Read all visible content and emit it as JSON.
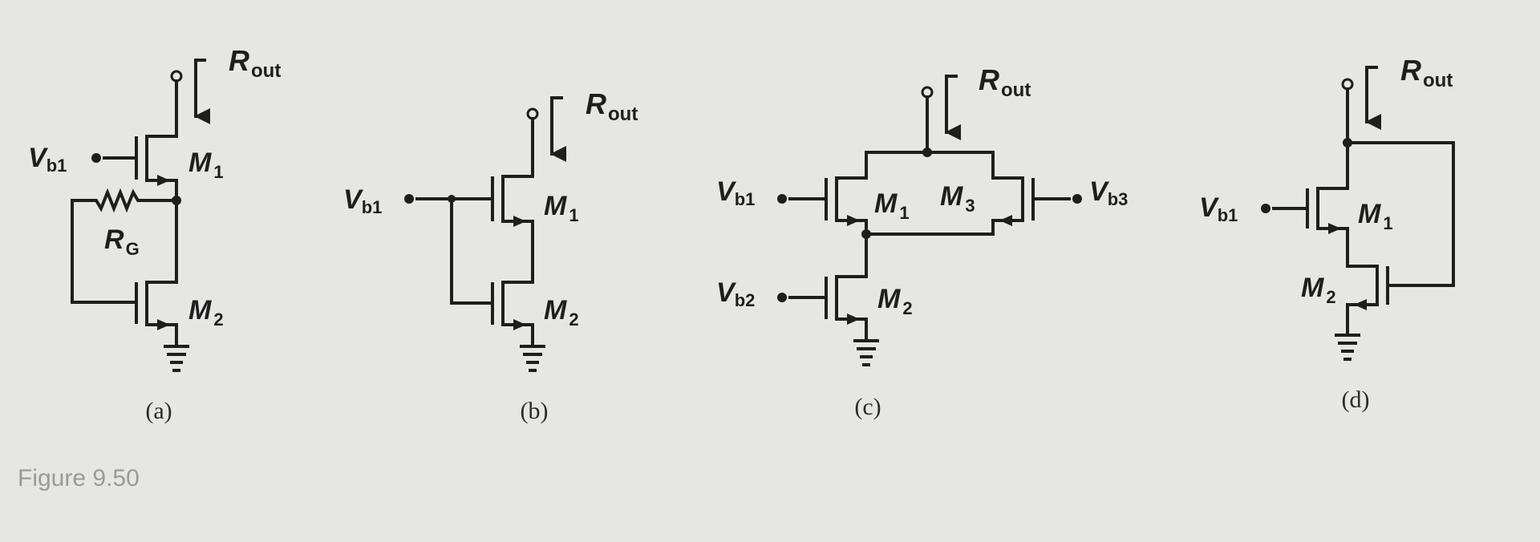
{
  "labels": {
    "rout_sym": "R",
    "rout_sub": "out",
    "vb1_sym": "V",
    "vb1_sub": "b1",
    "vb2_sym": "V",
    "vb2_sub": "b2",
    "vb3_sym": "V",
    "vb3_sub": "b3",
    "m_sym": "M",
    "m1_sub": "1",
    "m2_sub": "2",
    "m3_sub": "3",
    "rg_sym": "R",
    "rg_sub": "G"
  },
  "captions": {
    "a": "(a)",
    "b": "(b)",
    "c": "(c)",
    "d": "(d)"
  },
  "figure_label": "Figure 9.50"
}
